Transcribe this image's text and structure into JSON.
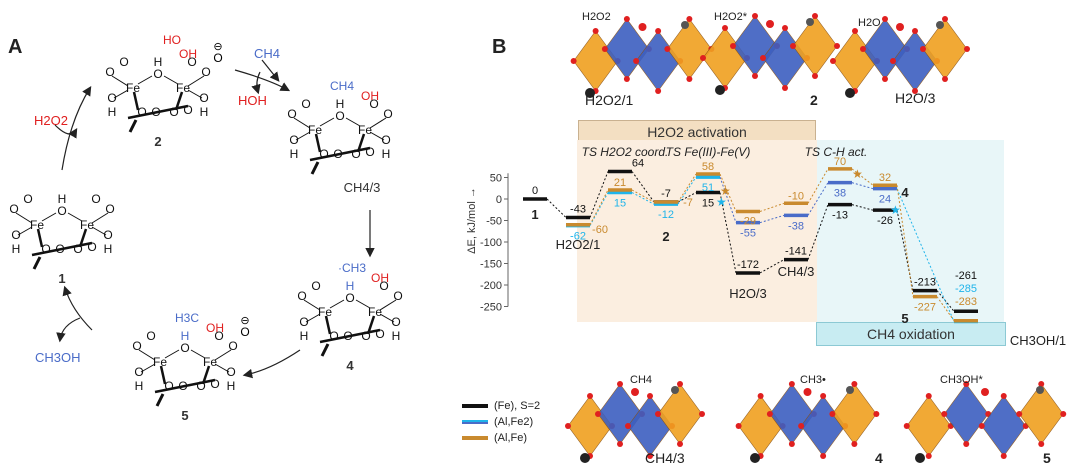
{
  "panel_labels": {
    "a": "A",
    "b": "B"
  },
  "atoms": {
    "fe": "Fe",
    "o": "O",
    "h": "H"
  },
  "cycle": {
    "structures": [
      {
        "id": "1",
        "label": "1",
        "top_ligand": "",
        "top_ligand2": ""
      },
      {
        "id": "2",
        "label": "2",
        "top_ligand": "HO",
        "top_ligand2": "OH"
      },
      {
        "id": "3",
        "label": "CH4/3",
        "top_ligand": "CH4",
        "top_ligand2": "OH"
      },
      {
        "id": "4",
        "label": "4",
        "top_ligand": "·CH3",
        "top_ligand2": "OH"
      },
      {
        "id": "5",
        "label": "5",
        "top_ligand": "H3C",
        "top_ligand2": "OH"
      }
    ],
    "reagents": {
      "h2o2": "H2O2",
      "ch4": "CH4",
      "hoh": "HOH",
      "ch3oh": "CH3OH"
    },
    "anion": "⊖"
  },
  "molecules": {
    "top": [
      {
        "tag": "H2O2",
        "label": "H2O2/1"
      },
      {
        "tag": "H2O2*",
        "label": "2"
      },
      {
        "tag": "H2O",
        "label": "H2O/3"
      }
    ],
    "bottom": [
      {
        "tag": "CH4",
        "label": "CH4/3"
      },
      {
        "tag": "CH3•",
        "label": "4"
      },
      {
        "tag": "CH3OH*",
        "label": "5"
      }
    ]
  },
  "regions": {
    "activation": "H2O2 activation",
    "oxidation": "CH4 oxidation"
  },
  "colors": {
    "black": "#111111",
    "cyan": "#1fb4ea",
    "blue": "#4a6cc8",
    "orange": "#c98a2e",
    "activation_bg": "#fbeee0",
    "oxidation_bg": "#e8f6f8",
    "activation_box": "#f3dfc2",
    "oxidation_box": "#c8ecf2",
    "octa_orange": "#f0a020",
    "octa_blue": "#3d5fc0",
    "oxygen": "#e02020"
  },
  "legend": [
    {
      "label": "(Fe), S=2",
      "color": "#111111"
    },
    {
      "label": "(Al,Fe2)",
      "color": "#1fb4ea"
    },
    {
      "label": "(Al,Fe)",
      "color": "#c98a2e"
    }
  ],
  "chart_data": {
    "type": "energy-profile",
    "ylabel": "ΔE, kJ/mol →",
    "ylim": [
      -250,
      70
    ],
    "yticks": [
      50,
      0,
      -50,
      -100,
      -150,
      -200,
      -250
    ],
    "categories": [
      "1",
      "H2O2/1",
      "TS H2O2 coord.",
      "2",
      "TS Fe(III)-Fe(V)",
      "H2O/3",
      "CH4/3",
      "TS C-H act.",
      "4",
      "5",
      "CH3OH/1"
    ],
    "category_labels_bottom": [
      "1",
      "H2O2/1",
      "",
      "2",
      "",
      "H2O/3",
      "CH4/3",
      "",
      "4",
      "5",
      "CH3OH/1"
    ],
    "ts_labels": [
      "TS H2O2 coord.",
      "TS Fe(III)-Fe(V)",
      "TS C-H act."
    ],
    "series": [
      {
        "name": "(Fe), S=2",
        "values": [
          0,
          -43,
          64,
          -7,
          15,
          -172,
          -141,
          -13,
          -26,
          -213,
          -261
        ]
      },
      {
        "name": "(Al,Fe2)",
        "values": [
          null,
          -62,
          15,
          -12,
          51,
          -55,
          -38,
          38,
          24,
          null,
          -285
        ]
      },
      {
        "name": "(Al,Fe)",
        "values": [
          null,
          -60,
          21,
          -7,
          58,
          -29,
          -10,
          70,
          32,
          -227,
          -283
        ]
      }
    ]
  }
}
